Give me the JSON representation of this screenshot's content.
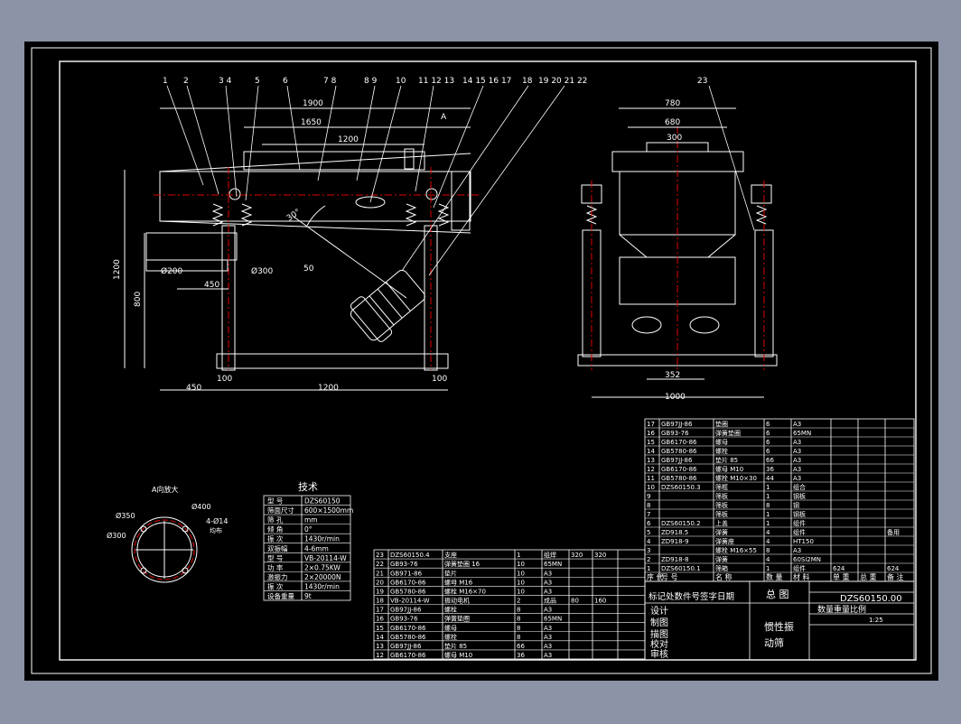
{
  "colors": {
    "background": "#8d93a6",
    "sheet": "#000000",
    "line": "#ffffff",
    "center": "#e00000"
  },
  "part_callouts": [
    "1",
    "2",
    "3 4",
    "5",
    "6",
    "7 8",
    "8 9",
    "10",
    "11 12 13",
    "14 15 16 17",
    "18",
    "19 20 21 22",
    "23"
  ],
  "front_view": {
    "dims": [
      "1900",
      "1650",
      "1200",
      "1200",
      "800",
      "450",
      "1200",
      "450",
      "100",
      "100"
    ],
    "dia_200": "Ø200",
    "dia_300": "Ø300",
    "angle": "30°",
    "small_dim": "50",
    "view_mark": "A"
  },
  "side_view": {
    "dims": [
      "780",
      "680",
      "300",
      "352",
      "1000"
    ]
  },
  "a_view": {
    "title": "A向放大",
    "d400": "Ø400",
    "d350": "Ø350",
    "d300": "Ø300",
    "holes": "4-Ø14",
    "note": "均布"
  },
  "spec_table": {
    "title": "技术",
    "rows": [
      [
        "型 号",
        "DZS60150"
      ],
      [
        "筛面尺寸",
        "600×1500mm"
      ],
      [
        "筛 孔",
        "mm"
      ],
      [
        "倾 角",
        "0°"
      ],
      [
        "振 次",
        "1430r/min"
      ],
      [
        "双振幅",
        "4-6mm"
      ],
      [
        "型 号",
        "VB-20114-W"
      ],
      [
        "功 率",
        "2×0.75KW"
      ],
      [
        "激振力",
        "2×20000N"
      ],
      [
        "振 次",
        "1430r/min"
      ],
      [
        "设备重量",
        "9t"
      ]
    ]
  },
  "bom_left": [
    [
      "23",
      "DZS60150.4",
      "支座",
      "1",
      "组焊",
      "320",
      "320"
    ],
    [
      "22",
      "GB93-76",
      "弹簧垫圈 16",
      "10",
      "65MN",
      "",
      ""
    ],
    [
      "21",
      "GB971-86",
      "垫片",
      "10",
      "A3",
      "",
      ""
    ],
    [
      "20",
      "GB6170-86",
      "螺母 M16",
      "10",
      "A3",
      "",
      ""
    ],
    [
      "19",
      "GB5780-86",
      "螺栓 M16×70",
      "10",
      "A3",
      "",
      ""
    ],
    [
      "18",
      "VB-20114-W",
      "振动电机",
      "2",
      "成品",
      "80",
      "160"
    ],
    [
      "17",
      "GB97JJ-86",
      "螺栓",
      "8",
      "A3",
      "",
      ""
    ],
    [
      "16",
      "GB93-76",
      "弹簧垫圈",
      "8",
      "65MN",
      "",
      ""
    ],
    [
      "15",
      "GB6170-86",
      "螺母",
      "8",
      "A3",
      "",
      ""
    ],
    [
      "14",
      "GB5780-86",
      "螺栓",
      "8",
      "A3",
      "",
      ""
    ],
    [
      "13",
      "GB97JJ-86",
      "垫片 85",
      "66",
      "A3",
      "",
      ""
    ],
    [
      "12",
      "GB6170-86",
      "螺母 M10",
      "36",
      "A3",
      "",
      ""
    ]
  ],
  "bom_right": [
    [
      "17",
      "GB97JJ-86",
      "垫圈",
      "6",
      "A3",
      "",
      ""
    ],
    [
      "16",
      "GB93-76",
      "弹簧垫圈",
      "6",
      "65MN",
      "",
      ""
    ],
    [
      "15",
      "GB6170-86",
      "螺母",
      "6",
      "A3",
      "",
      ""
    ],
    [
      "14",
      "GB5780-86",
      "螺栓",
      "6",
      "A3",
      "",
      ""
    ],
    [
      "13",
      "GB97JJ-86",
      "垫片 85",
      "66",
      "A3",
      "",
      ""
    ],
    [
      "12",
      "GB6170-86",
      "螺母 M10",
      "36",
      "A3",
      "",
      ""
    ],
    [
      "11",
      "GB5780-86",
      "螺栓 M10×30",
      "44",
      "A3",
      "",
      ""
    ],
    [
      "10",
      "DZS60150.3",
      "筛框",
      "1",
      "组合",
      "",
      ""
    ],
    [
      "9",
      "",
      "筛板",
      "1",
      "钢板",
      "",
      ""
    ],
    [
      "8",
      "",
      "筛板",
      "8",
      "钢",
      "",
      ""
    ],
    [
      "7",
      "",
      "筛板",
      "1",
      "钢板",
      "",
      ""
    ],
    [
      "6",
      "DZS60150.2",
      "上盖",
      "1",
      "组件",
      "",
      ""
    ],
    [
      "5",
      "ZD918.5",
      "弹簧",
      "4",
      "组件",
      "",
      "备用"
    ],
    [
      "4",
      "ZD918-9",
      "弹簧座",
      "4",
      "HT150",
      "",
      ""
    ],
    [
      "3",
      "",
      "螺栓 M16×55",
      "8",
      "A3",
      "",
      ""
    ],
    [
      "2",
      "ZD918-8",
      "弹簧",
      "4",
      "60Si2MN",
      "",
      ""
    ],
    [
      "1",
      "DZS60150.1",
      "筛箱",
      "1",
      "组件",
      "624",
      "624"
    ]
  ],
  "bom_header": [
    "序 代",
    "号 号",
    "名 称",
    "数 量",
    "材 料",
    "单 重",
    "总 重",
    "备 注"
  ],
  "title_block": {
    "revision_row": "标记处数件号签字日期",
    "drawing_name": "总 图",
    "drawing_no": "DZS60150.00",
    "label_qty": "数量重量比例",
    "scale": "1:25",
    "design": "设计",
    "draw": "制图",
    "trace": "描图",
    "check": "校对",
    "review": "审核",
    "product": "惯性振",
    "product2": "动筛"
  }
}
